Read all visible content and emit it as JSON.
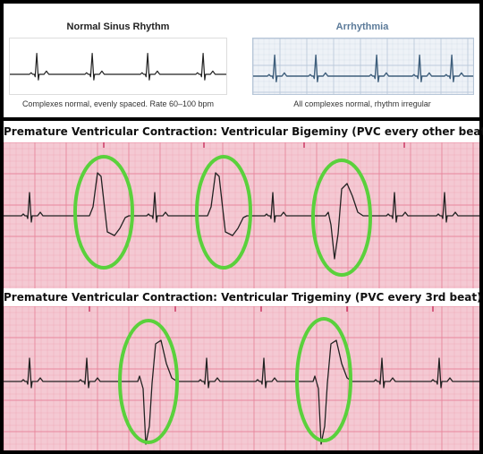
{
  "panels": {
    "normal": {
      "title": "Normal Sinus Rhythm",
      "caption": "Complexes normal, evenly spaced. Rate 60–100 bpm"
    },
    "arrhythmia": {
      "title": "Arrhythmia",
      "caption": "All complexes normal, rhythm irregular",
      "title_color": "#5b7a99"
    }
  },
  "bigeminy": {
    "title": "Premature Ventricular Contraction: Ventricular Bigeminy (PVC every other beat)"
  },
  "trigeminy": {
    "title": "Premature Ventricular Contraction: Ventricular Trigeminy (PVC every 3rd beat)"
  },
  "colors": {
    "ecg_paper": "#f4c9d3",
    "ecg_grid": "#e77f97",
    "ecg_trace": "#222222",
    "highlight_circle": "#5ad13c",
    "arrhythmia_paper": "#eef2f7",
    "arrhythmia_grid": "#b7c6d8",
    "arrhythmia_trace": "#3f5f7c"
  }
}
